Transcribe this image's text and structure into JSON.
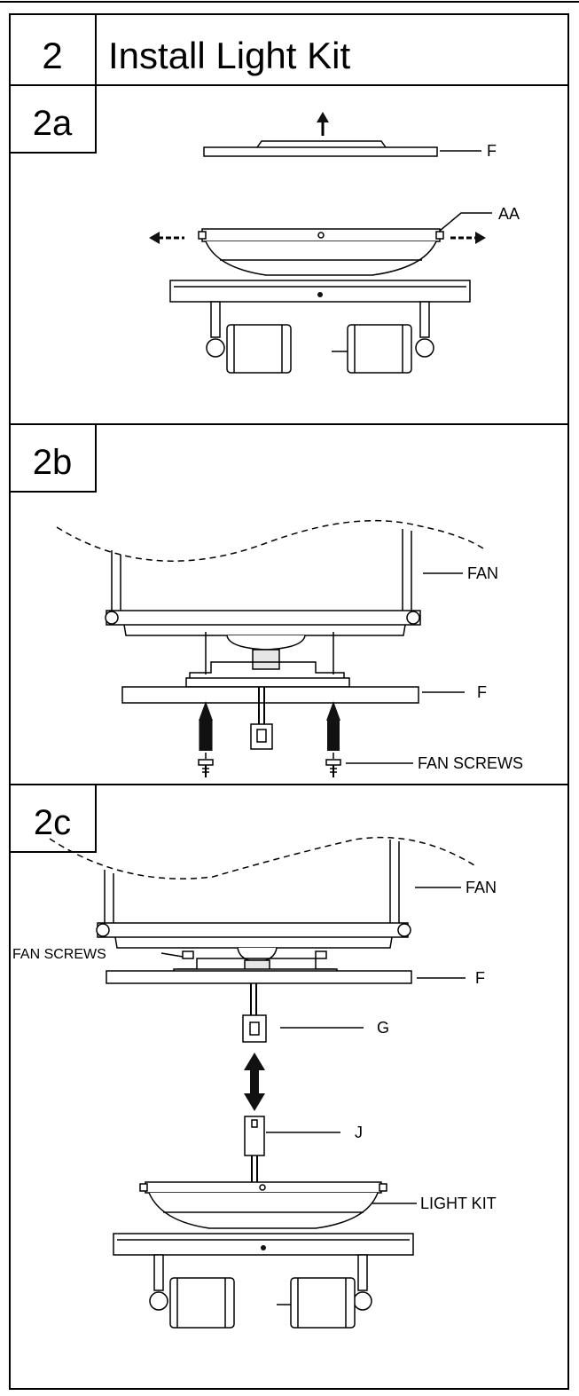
{
  "header": {
    "step_number": "2",
    "title": "Install Light Kit"
  },
  "panels": {
    "a": {
      "label": "2a",
      "callouts": {
        "f": "F",
        "aa": "AA"
      }
    },
    "b": {
      "label": "2b",
      "callouts": {
        "fan": "FAN",
        "f": "F",
        "fan_screws": "FAN SCREWS"
      }
    },
    "c": {
      "label": "2c",
      "callouts": {
        "fan": "FAN",
        "fan_screws": "FAN SCREWS",
        "f": "F",
        "g": "G",
        "j": "J",
        "light_kit": "LIGHT KIT"
      }
    }
  }
}
